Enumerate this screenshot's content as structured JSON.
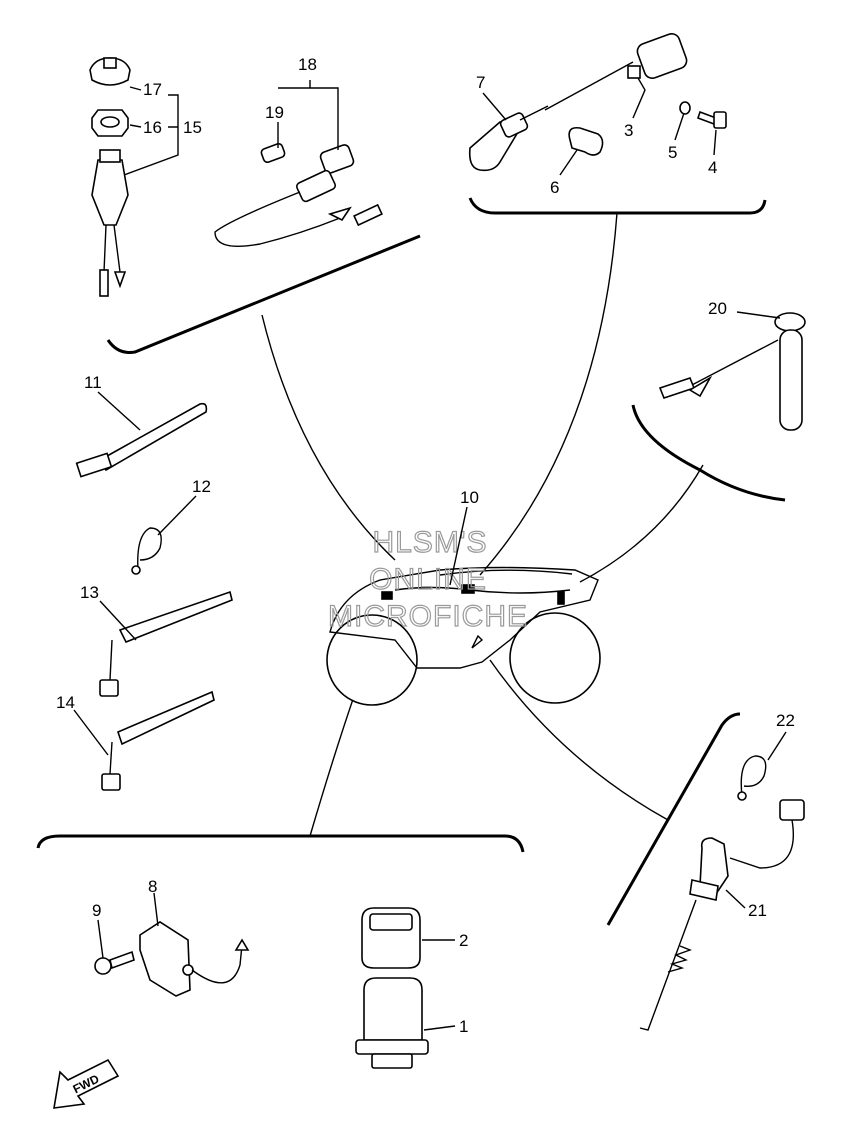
{
  "callouts": [
    {
      "id": "1",
      "label": "1"
    },
    {
      "id": "2",
      "label": "2"
    },
    {
      "id": "3",
      "label": "3"
    },
    {
      "id": "4",
      "label": "4"
    },
    {
      "id": "5",
      "label": "5"
    },
    {
      "id": "6",
      "label": "6"
    },
    {
      "id": "7",
      "label": "7"
    },
    {
      "id": "8",
      "label": "8"
    },
    {
      "id": "9",
      "label": "9"
    },
    {
      "id": "10",
      "label": "10"
    },
    {
      "id": "11",
      "label": "11"
    },
    {
      "id": "12",
      "label": "12"
    },
    {
      "id": "13",
      "label": "13"
    },
    {
      "id": "14",
      "label": "14"
    },
    {
      "id": "15",
      "label": "15"
    },
    {
      "id": "16",
      "label": "16"
    },
    {
      "id": "17",
      "label": "17"
    },
    {
      "id": "18",
      "label": "18"
    },
    {
      "id": "19",
      "label": "19"
    },
    {
      "id": "20",
      "label": "20"
    },
    {
      "id": "21",
      "label": "21"
    },
    {
      "id": "22",
      "label": "22"
    }
  ],
  "watermark": {
    "line1": "HLSM'S",
    "line2": "ONLINE",
    "line3": "MICROFICHE"
  },
  "direction_badge": "FWD"
}
